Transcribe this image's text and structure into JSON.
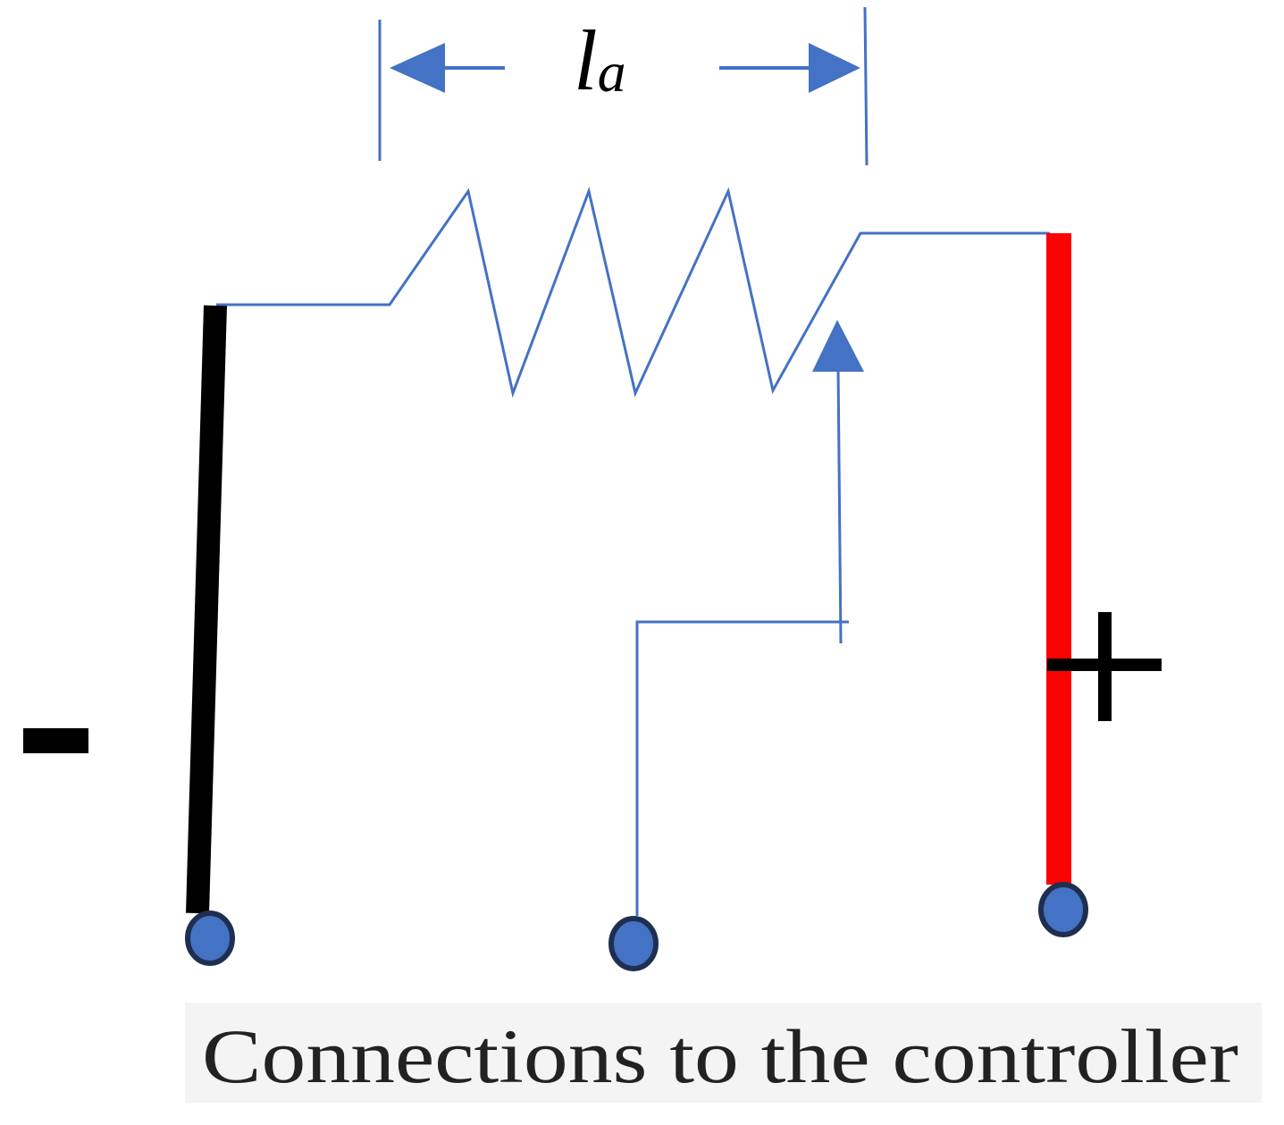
{
  "diagram": {
    "length_label": {
      "main": "l",
      "subscript": "a"
    },
    "negative_terminal_label": "-",
    "positive_terminal_label": "+",
    "caption": "Connections to the controller",
    "colors": {
      "wire": "#4472C4",
      "terminal_fill": "#4472C4",
      "terminal_outline": "#1F2F4F",
      "negative_lead": "#000000",
      "positive_lead": "#FF0000",
      "caption_background": "#F4F4F4"
    }
  }
}
